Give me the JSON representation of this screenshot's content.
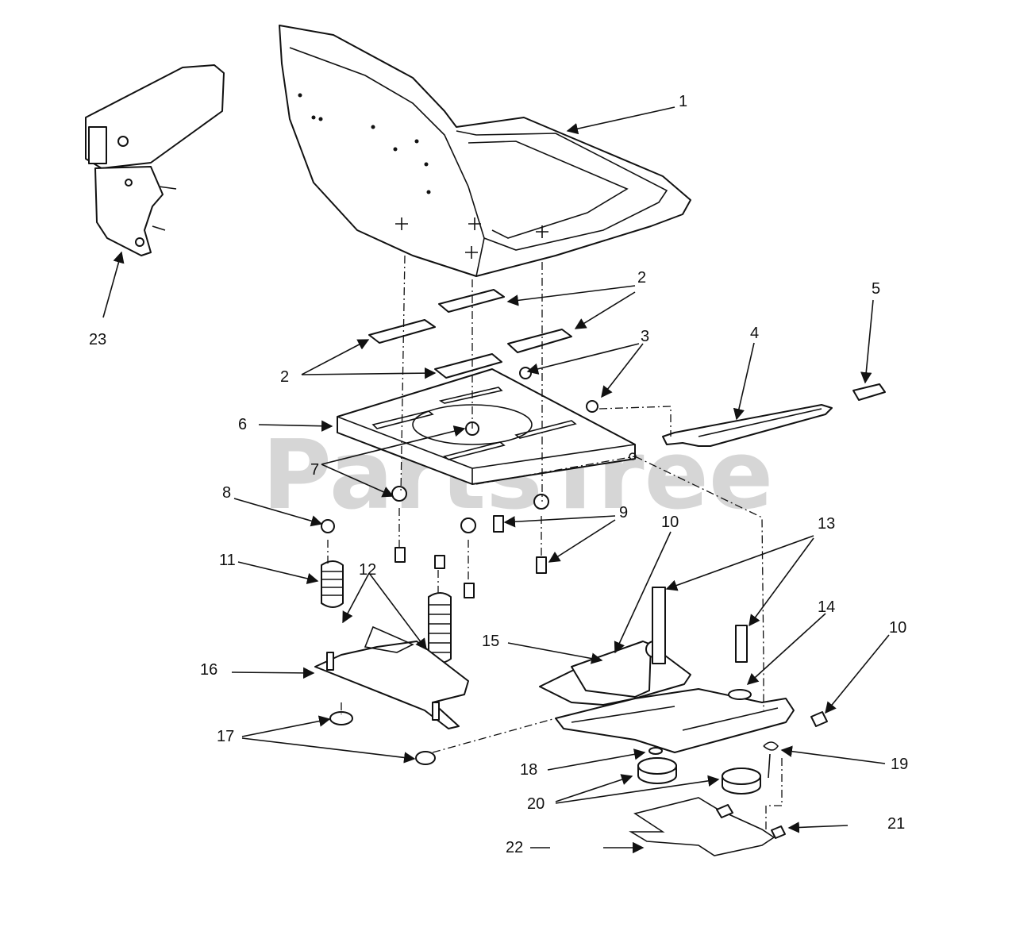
{
  "watermark": "PartsTree",
  "callouts": {
    "c1": "1",
    "c2a": "2",
    "c2b": "2",
    "c3": "3",
    "c4": "4",
    "c5": "5",
    "c6": "6",
    "c7": "7",
    "c8": "8",
    "c9": "9",
    "c10a": "10",
    "c10b": "10",
    "c11": "11",
    "c12": "12",
    "c13": "13",
    "c14": "14",
    "c15": "15",
    "c16": "16",
    "c17": "17",
    "c18": "18",
    "c19": "19",
    "c20": "20",
    "c21": "21",
    "c22": "22",
    "c23": "23"
  }
}
